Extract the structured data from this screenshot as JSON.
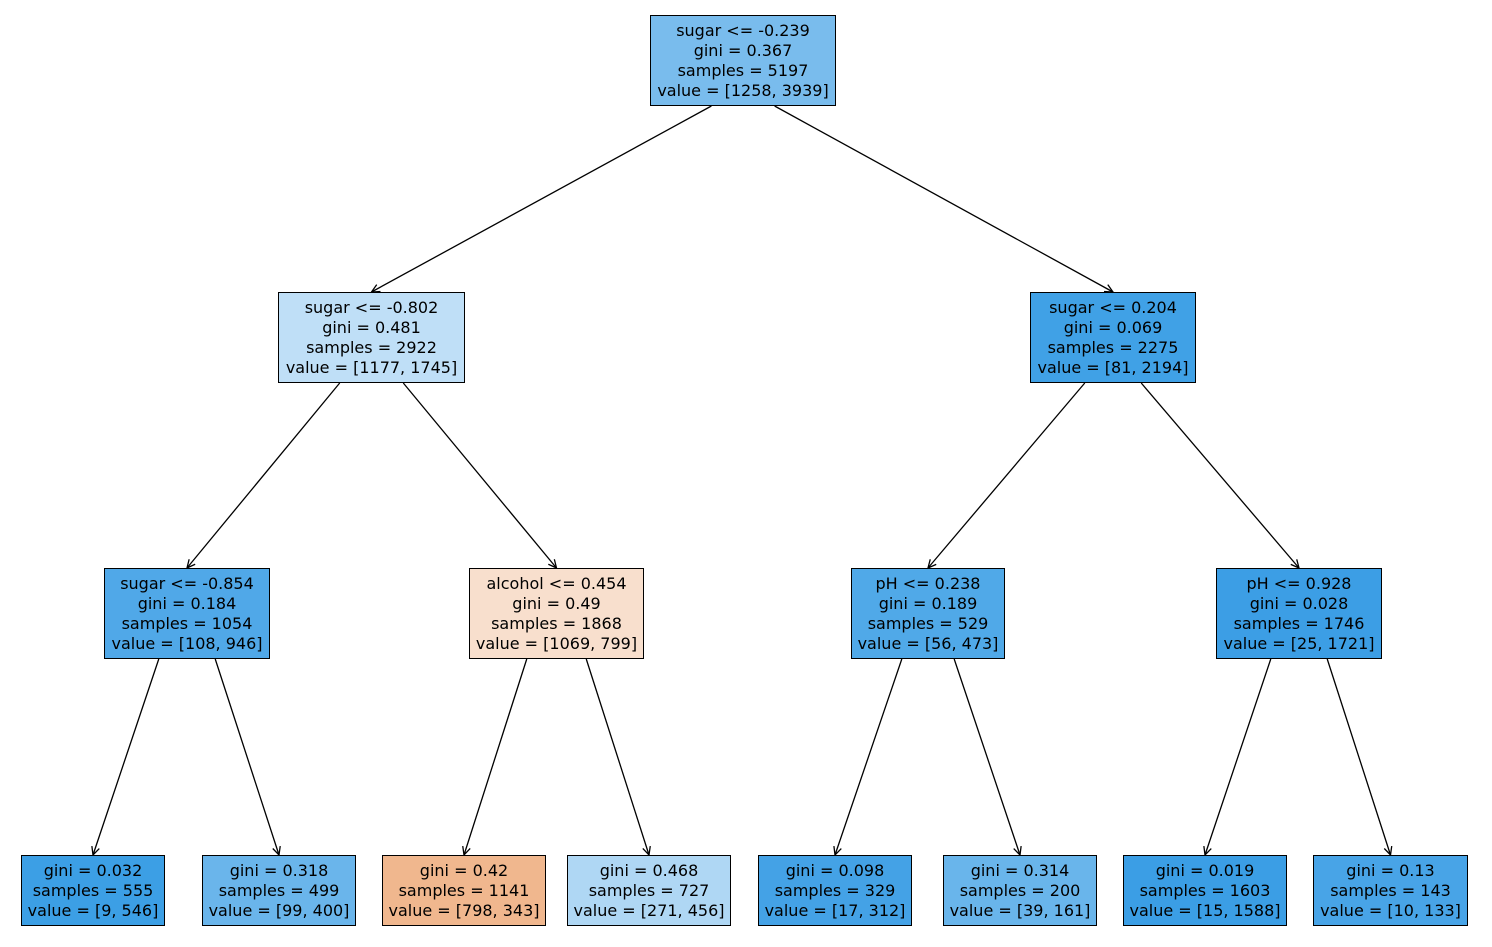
{
  "colors": {
    "class_0": "#e58139",
    "class_1": "#399de5",
    "edge": "#000000",
    "border": "#000000"
  },
  "nodes": [
    {
      "id": "n0",
      "condition": "sugar <= -0.239",
      "gini": "gini = 0.367",
      "samples": "samples = 5197",
      "value": "value = [1258, 3939]",
      "fill": "#79bced"
    },
    {
      "id": "n1",
      "condition": "sugar <= -0.802",
      "gini": "gini = 0.481",
      "samples": "samples = 2922",
      "value": "value = [1177, 1745]",
      "fill": "#bfdff7"
    },
    {
      "id": "n2",
      "condition": "sugar <= -0.854",
      "gini": "gini = 0.184",
      "samples": "samples = 1054",
      "value": "value = [108, 946]",
      "fill": "#50a8e8"
    },
    {
      "id": "n3",
      "condition": "",
      "gini": "gini = 0.032",
      "samples": "samples = 555",
      "value": "value = [9, 546]",
      "fill": "#3c9fe5"
    },
    {
      "id": "n4",
      "condition": "",
      "gini": "gini = 0.318",
      "samples": "samples = 499",
      "value": "value = [99, 400]",
      "fill": "#6ab5eb"
    },
    {
      "id": "n5",
      "condition": "alcohol <= 0.454",
      "gini": "gini = 0.49",
      "samples": "samples = 1868",
      "value": "value = [1069, 799]",
      "fill": "#f8dfcd"
    },
    {
      "id": "n6",
      "condition": "",
      "gini": "gini = 0.42",
      "samples": "samples = 1141",
      "value": "value = [798, 343]",
      "fill": "#f0b78e"
    },
    {
      "id": "n7",
      "condition": "",
      "gini": "gini = 0.468",
      "samples": "samples = 727",
      "value": "value = [271, 456]",
      "fill": "#afd7f4"
    },
    {
      "id": "n8",
      "condition": "sugar <= 0.204",
      "gini": "gini = 0.069",
      "samples": "samples = 2275",
      "value": "value = [81, 2194]",
      "fill": "#40a1e6"
    },
    {
      "id": "n9",
      "condition": "pH <= 0.238",
      "gini": "gini = 0.189",
      "samples": "samples = 529",
      "value": "value = [56, 473]",
      "fill": "#50a9e8"
    },
    {
      "id": "n10",
      "condition": "",
      "gini": "gini = 0.098",
      "samples": "samples = 329",
      "value": "value = [17, 312]",
      "fill": "#44a2e6"
    },
    {
      "id": "n11",
      "condition": "",
      "gini": "gini = 0.314",
      "samples": "samples = 200",
      "value": "value = [39, 161]",
      "fill": "#69b5eb"
    },
    {
      "id": "n12",
      "condition": "pH <= 0.928",
      "gini": "gini = 0.028",
      "samples": "samples = 1746",
      "value": "value = [25, 1721]",
      "fill": "#3c9ee5"
    },
    {
      "id": "n13",
      "condition": "",
      "gini": "gini = 0.019",
      "samples": "samples = 1603",
      "value": "value = [15, 1588]",
      "fill": "#3b9ee5"
    },
    {
      "id": "n14",
      "condition": "",
      "gini": "gini = 0.13",
      "samples": "samples = 143",
      "value": "value = [10, 133]",
      "fill": "#48a4e7"
    }
  ],
  "edges": [
    [
      "n0",
      "n1"
    ],
    [
      "n0",
      "n8"
    ],
    [
      "n1",
      "n2"
    ],
    [
      "n1",
      "n5"
    ],
    [
      "n2",
      "n3"
    ],
    [
      "n2",
      "n4"
    ],
    [
      "n5",
      "n6"
    ],
    [
      "n5",
      "n7"
    ],
    [
      "n8",
      "n9"
    ],
    [
      "n8",
      "n12"
    ],
    [
      "n9",
      "n10"
    ],
    [
      "n9",
      "n11"
    ],
    [
      "n12",
      "n13"
    ],
    [
      "n12",
      "n14"
    ]
  ]
}
